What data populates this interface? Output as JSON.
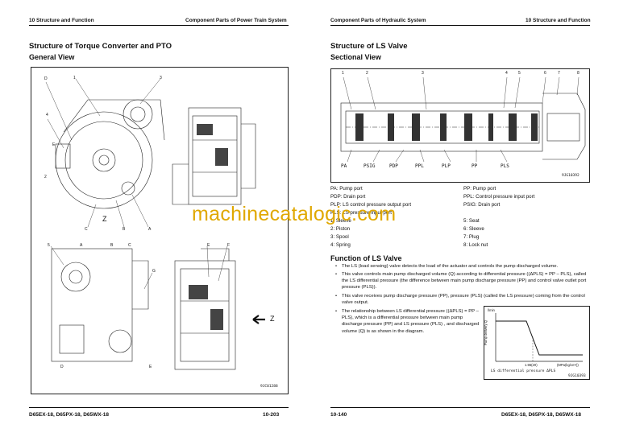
{
  "left_page": {
    "header_left": "10 Structure and Function",
    "header_right": "Component Parts of Power Train System",
    "section_title": "Structure of Torque Converter and PTO",
    "subsection_title": "General View",
    "figure_code": "9JC01288",
    "callouts_top": [
      "D",
      "1",
      "3",
      "4",
      "E",
      "2"
    ],
    "callouts_top_bottom": [
      "C",
      "B",
      "A",
      "Z"
    ],
    "callouts_bottom": [
      "E",
      "F",
      "G",
      "5",
      "A",
      "B",
      "C",
      "D",
      "E",
      "Z"
    ],
    "footer_left": "D65EX-18, D65PX-18, D65WX-18",
    "footer_right": "10-203"
  },
  "right_page": {
    "header_left": "Component Parts of Hydraulic System",
    "header_right": "10 Structure and Function",
    "section_title": "Structure of LS Valve",
    "subsection_title": "Sectional View",
    "figure_code": "9JG10392",
    "callouts": [
      "1",
      "2",
      "3",
      "4",
      "5",
      "6",
      "7",
      "8"
    ],
    "port_labels": [
      "PA",
      "PSIG",
      "PDP",
      "PPL",
      "PLP",
      "PP",
      "PLS"
    ],
    "legend": [
      "PA: Pump port",
      "PP: Pump port",
      "PDP: Drain port",
      "PPL: Control pressure input port",
      "PLP: LS control pressure output port",
      "PSIG: Drain port",
      "PLS: LS pressure input port",
      "1: Sleeve",
      "5: Seat",
      "2: Piston",
      "6: Sleeve",
      "3: Spool",
      "7: Plug",
      "4: Spring",
      "8: Lock nut"
    ],
    "function_title": "Function of LS Valve",
    "bullets": [
      "The LS (load sensing) valve detects the load of the actuator and controls the pump discharged volume.",
      "This valve controls main pump discharged volume (Q) according to differential pressure ((ΔPLS) = PP – PLS), called the LS differential pressure (the difference between main pump discharge pressure (PP) and control valve outlet port pressure (PLS)).",
      "This valve receives pump discharge pressure (PP), pressure (PLS) (called the LS pressure) coming from the control valve output.",
      "The relationship between LS differential pressure ((ΔPLS) = PP – PLS), which is a differential pressure between main pump discharge pressure (PP) and LS pressure (PLS) , and discharged volume (Q) is as shown in the diagram."
    ],
    "graph": {
      "y_unit": "l/min",
      "y_axis_label": "Pump delivery Q",
      "x_tick": "1.96(20)",
      "x_unit": "(MPa(kg/cm²))",
      "x_axis_label": "LS differential pressure ΔPLS",
      "code": "9JG10393"
    },
    "footer_left": "10-140",
    "footer_right": "D65EX-18, D65PX-18, D65WX-18"
  },
  "watermark": "machinecatalogic.com"
}
